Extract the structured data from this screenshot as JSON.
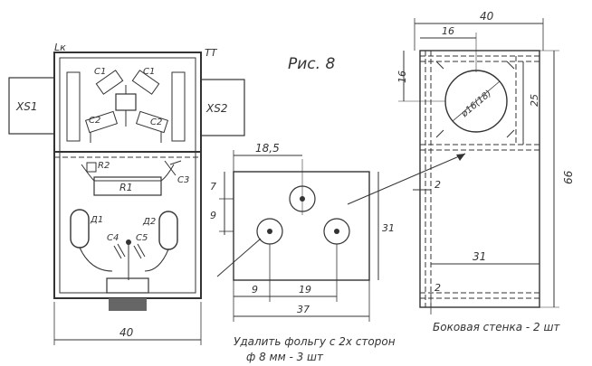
{
  "figure_title": "Рис. 8",
  "left_view": {
    "top_left_label": "Lк",
    "top_right_label": "ТТ",
    "connector_left": "XS1",
    "connector_right": "XS2",
    "cap_top_left": "C1",
    "cap_top_right": "C1",
    "cap_mid_left": "C2",
    "cap_mid_right": "C2",
    "resistor_small": "R2",
    "cap_c3": "C3",
    "resistor_main": "R1",
    "diode_1": "Д1",
    "diode_2": "Д2",
    "cap_c4": "C4",
    "cap_c5": "C5",
    "width_dim": "40"
  },
  "board_view": {
    "dim_top": "18,5",
    "dim_left_upper": "7",
    "dim_left_lower": "9",
    "dim_right": "31",
    "dim_bottom_a": "9",
    "dim_bottom_b": "19",
    "dim_bottom_total": "37",
    "note_line1": "Удалить фольгу с 2х сторон",
    "note_line2": "ф 8 мм - 3 шт"
  },
  "side_wall": {
    "dim_width": "40",
    "dim_hole_x": "16",
    "dim_hole_y": "16",
    "dim_hole_dia": "ø16(18)",
    "dim_25": "25",
    "dim_height": "66",
    "dim_2_top": "2",
    "dim_31": "31",
    "dim_2_bottom": "2",
    "caption": "Боковая стенка - 2 шт"
  }
}
